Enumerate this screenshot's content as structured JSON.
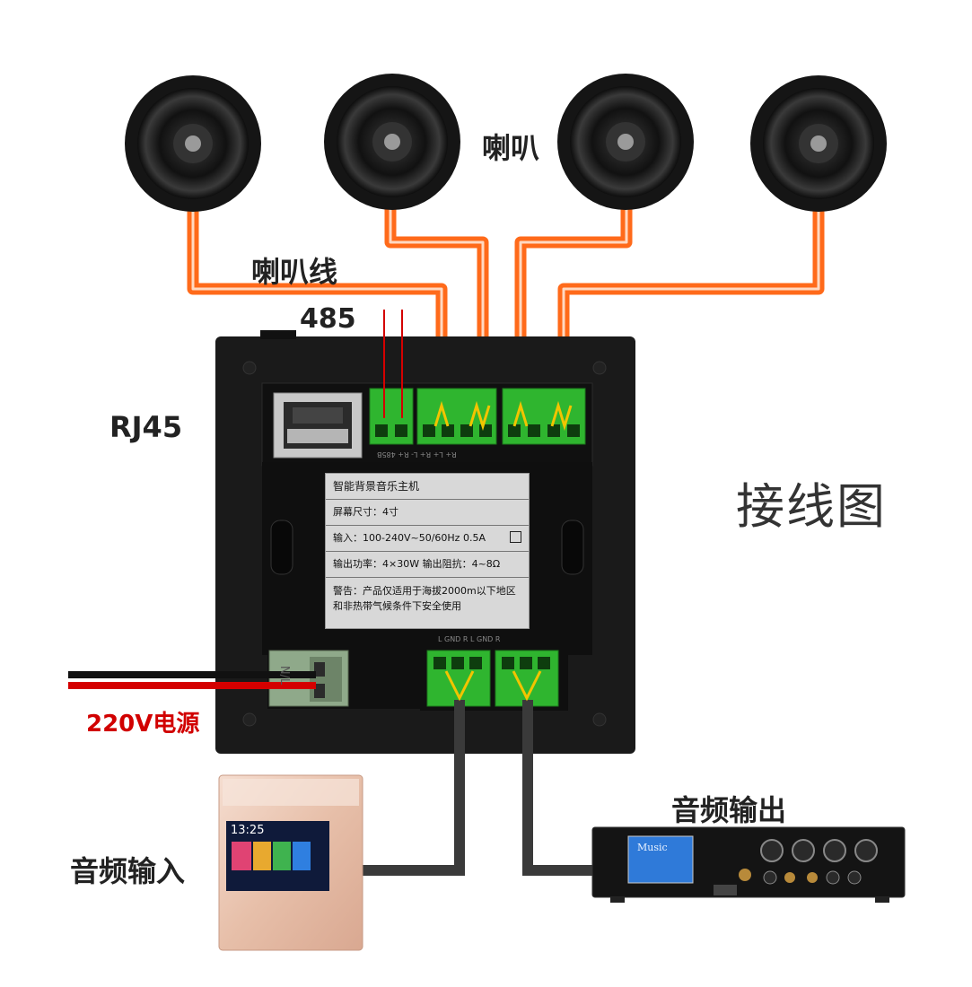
{
  "title": "接线图",
  "labels": {
    "speaker": "喇叭",
    "speaker_wire": "喇叭线",
    "rs485": "485",
    "rj45": "RJ45",
    "power": "220V电源",
    "audio_in": "音频输入",
    "audio_out": "音频输出"
  },
  "terminal_top": "R+ L+ R+ L- R+ 485B",
  "terminal_bottom": "L GND R  L GND R",
  "plate": {
    "heading": "智能背景音乐主机",
    "screen_size": "屏幕尺寸：4寸",
    "input": "输入：100-240V~50/60Hz 0.5A",
    "output": "输出功率：4×30W  输出阻抗：4~8Ω",
    "warning": "警告：产品仅适用于海拔2000m以下地区和非热带气候条件下安全使用"
  },
  "power_socket_label": "N/L",
  "panel_screen": {
    "time": "13:25"
  },
  "amp_screen": {
    "text": "Music"
  },
  "colors": {
    "speaker_wire": "#ff6a1a",
    "rs485_wire": "#d40000",
    "power_text": "#d10000",
    "terminal_green": "#2fb52f",
    "device_body": "#1a1a1a",
    "panel_frame": "#e8c9b5"
  }
}
